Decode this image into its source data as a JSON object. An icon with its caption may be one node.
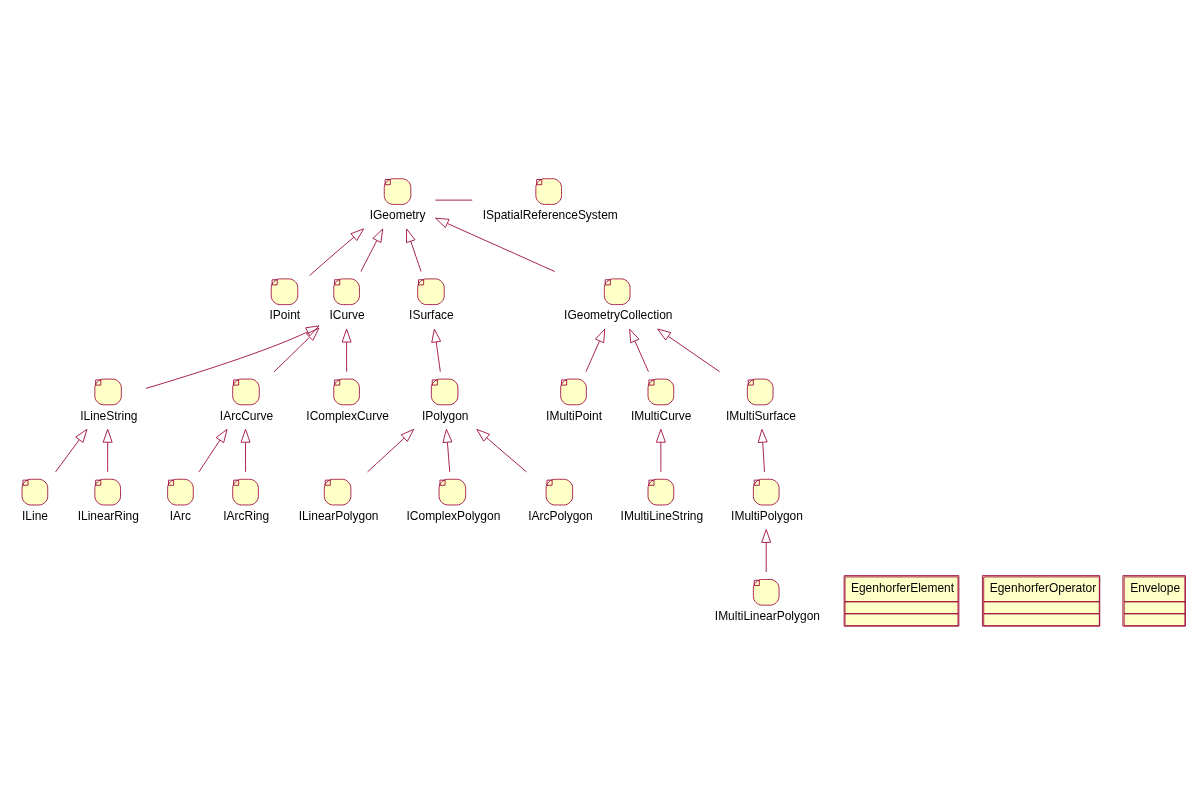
{
  "diagram": {
    "nodes": [
      {
        "text": [
          "IGeometry"
        ]
      },
      {
        "text": [
          "ISpatialReferenceSystem"
        ]
      },
      {
        "text": [
          "IPoint"
        ]
      },
      {
        "text": [
          "ICurve"
        ]
      },
      {
        "text": [
          "ISurface"
        ]
      },
      {
        "text": [
          "IGeometryCollection"
        ]
      },
      {
        "text": [
          "ILineString"
        ]
      },
      {
        "text": [
          "IArcCurve"
        ]
      },
      {
        "text": [
          "IComplexCurve"
        ]
      },
      {
        "text": [
          "IPolygon"
        ]
      },
      {
        "text": [
          "IMultiPoint"
        ]
      },
      {
        "text": [
          "IMultiCurve"
        ]
      },
      {
        "text": [
          "IMultiSurface"
        ]
      },
      {
        "text": [
          "ILine"
        ]
      },
      {
        "text": [
          "ILinearRing"
        ]
      },
      {
        "text": [
          "IArc"
        ]
      },
      {
        "text": [
          "IArcRing"
        ]
      },
      {
        "text": [
          "ILinearPolygon"
        ]
      },
      {
        "text": [
          "IComplexPolygon"
        ]
      },
      {
        "text": [
          "IMultiLineString"
        ]
      },
      {
        "text": [
          "IMultiPolygon"
        ]
      },
      {
        "text": [
          "IArcPolygon"
        ]
      },
      {
        "text": [
          "IMultiLinearPolygon"
        ]
      },
      {
        "text": [
          "EgenhorferElement"
        ]
      },
      {
        "text": [
          "EgenhorferOperator"
        ]
      },
      {
        "text": [
          "Envelope"
        ]
      }
    ],
    "edges": [
      {
        "from": 0,
        "to": 1,
        "arrow": "none"
      },
      {
        "from": 2,
        "to": 0,
        "arrow": "to"
      },
      {
        "from": 3,
        "to": 0,
        "arrow": "to"
      },
      {
        "from": 4,
        "to": 0,
        "arrow": "to"
      },
      {
        "from": 5,
        "to": 0,
        "arrow": "to"
      },
      {
        "from": 6,
        "to": 3,
        "arrow": "to"
      },
      {
        "from": 7,
        "to": 3,
        "arrow": "to"
      },
      {
        "from": 8,
        "to": 3,
        "arrow": "to"
      },
      {
        "from": 9,
        "to": 4,
        "arrow": "to"
      },
      {
        "from": 10,
        "to": 5,
        "arrow": "to"
      },
      {
        "from": 11,
        "to": 5,
        "arrow": "to"
      },
      {
        "from": 12,
        "to": 5,
        "arrow": "to"
      },
      {
        "from": 13,
        "to": 6,
        "arrow": "to"
      },
      {
        "from": 14,
        "to": 6,
        "arrow": "to"
      },
      {
        "from": 15,
        "to": 7,
        "arrow": "to"
      },
      {
        "from": 16,
        "to": 7,
        "arrow": "to"
      },
      {
        "from": 17,
        "to": 9,
        "arrow": "to"
      },
      {
        "from": 21,
        "to": 9,
        "arrow": "to"
      },
      {
        "from": 18,
        "to": 9,
        "arrow": "to"
      },
      {
        "from": 19,
        "to": 11,
        "arrow": "to"
      },
      {
        "from": 20,
        "to": 12,
        "arrow": "to"
      },
      {
        "from": 22,
        "to": 20,
        "arrow": "to"
      }
    ]
  }
}
